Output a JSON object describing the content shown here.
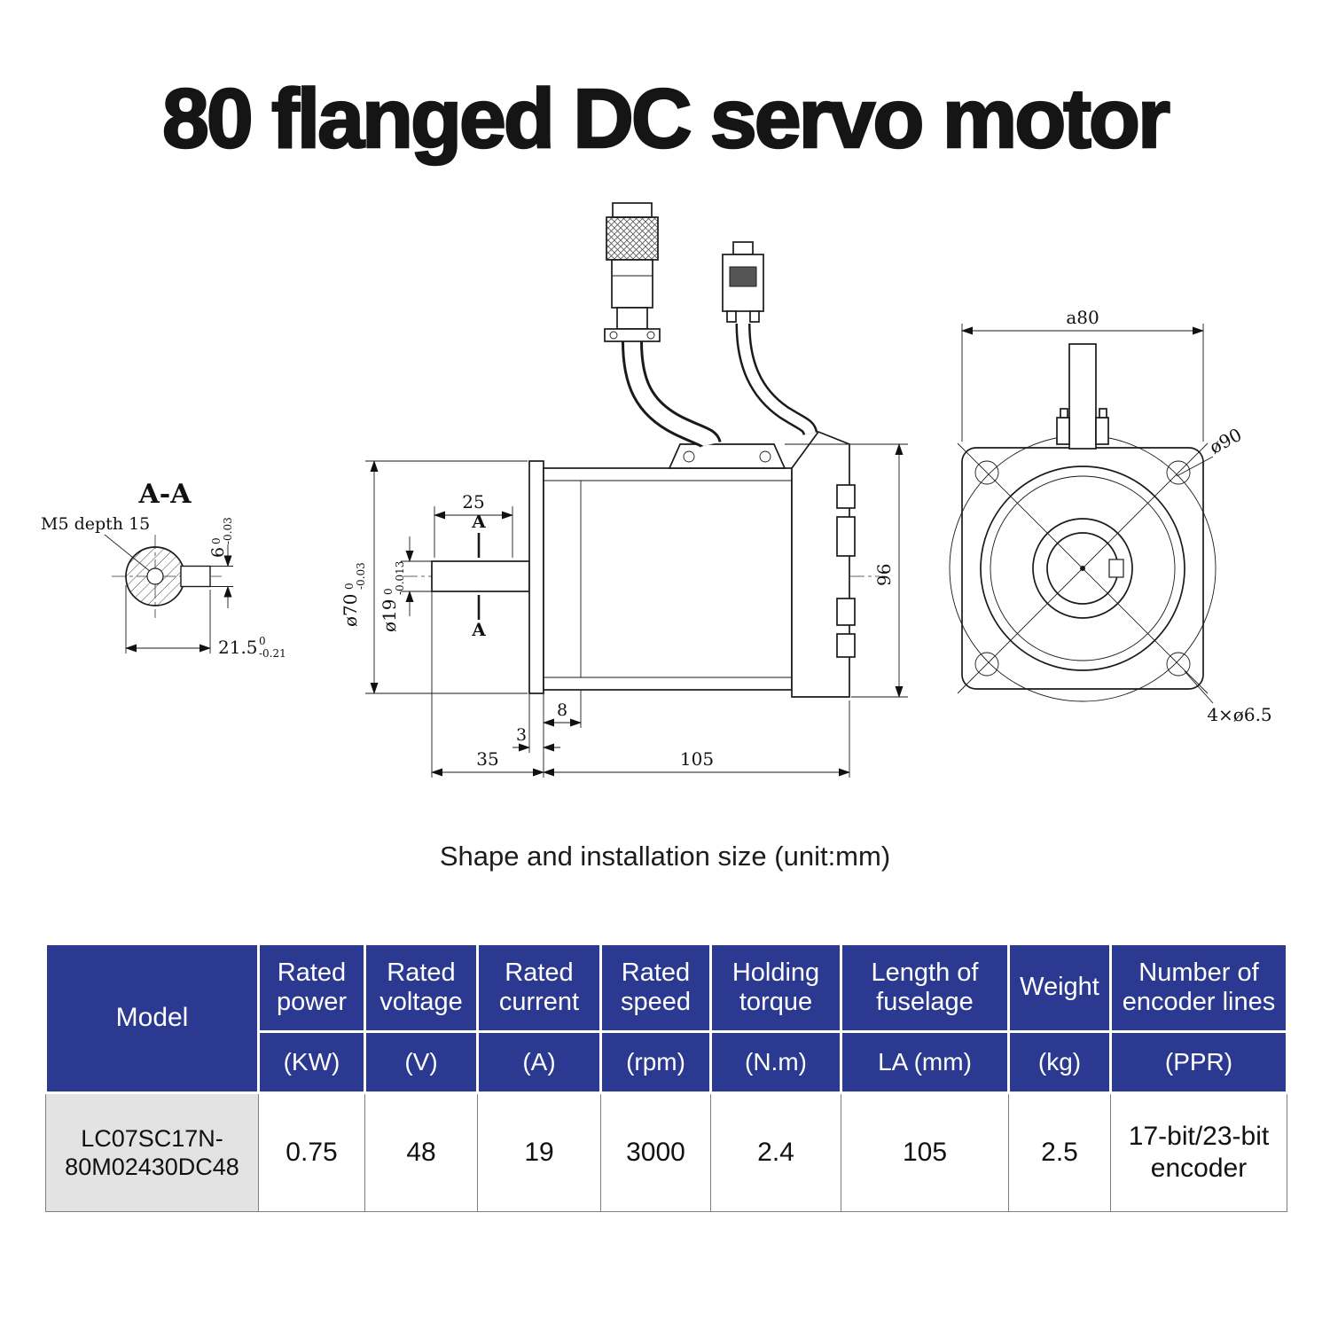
{
  "title": "80 flanged DC servo motor",
  "caption": "Shape and installation size (unit:mm)",
  "colors": {
    "header_bg": "#2b3990",
    "model_bg": "#e3e3e3"
  },
  "drawing": {
    "section_view": {
      "label": "A-A",
      "thread_note": "M5 depth 15",
      "key_width": "6",
      "key_width_tol_upper": "0",
      "key_width_tol_lower": "-0.03",
      "key_distance": "21.5",
      "key_distance_tol_upper": "0",
      "key_distance_tol_lower": "-0.21"
    },
    "side_view": {
      "key_length": "25",
      "section_mark": "A",
      "pilot_dia": "ø70",
      "pilot_tol_upper": "0",
      "pilot_tol_lower": "-0.03",
      "shaft_dia": "ø19",
      "shaft_tol_upper": "0",
      "shaft_tol_lower": "-0.013",
      "height": "96",
      "front_bearing_len": "8",
      "flange_thickness": "3",
      "shaft_len": "35",
      "body_len": "105"
    },
    "front_view": {
      "flange_width": "a80",
      "bolt_circle_dia": "ø90",
      "mounting_holes": "4×ø6.5"
    }
  },
  "table": {
    "model_header": "Model",
    "columns": [
      {
        "label": "Rated power",
        "unit": "(KW)"
      },
      {
        "label": "Rated voltage",
        "unit": "(V)"
      },
      {
        "label": "Rated current",
        "unit": "(A)"
      },
      {
        "label": "Rated speed",
        "unit": "(rpm)"
      },
      {
        "label": "Holding torque",
        "unit": "(N.m)"
      },
      {
        "label": "Length of fuselage",
        "unit": "LA (mm)"
      },
      {
        "label": "Weight",
        "unit": "(kg)"
      },
      {
        "label": "Number of encoder lines",
        "unit": "(PPR)"
      }
    ],
    "row": {
      "model": "LC07SC17N-80M02430DC48",
      "rated_power": "0.75",
      "rated_voltage": "48",
      "rated_current": "19",
      "rated_speed": "3000",
      "holding_torque": "2.4",
      "length_of_fuselage": "105",
      "weight": "2.5",
      "encoder": "17-bit/23-bit encoder"
    }
  }
}
